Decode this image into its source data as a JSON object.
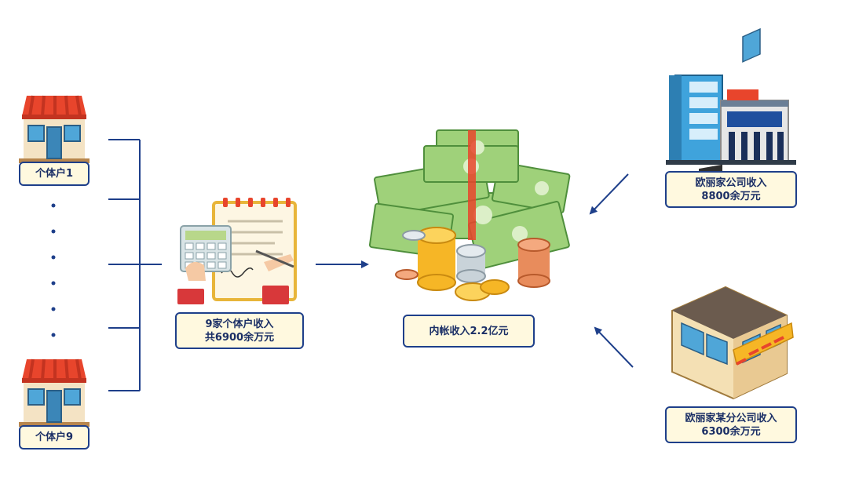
{
  "shop_first": {
    "label": "个体户1"
  },
  "shop_last": {
    "label": "个体户9"
  },
  "group_income": {
    "line1": "9家个体户收入",
    "line2": "共6900余万元"
  },
  "inner_account": {
    "label": "内帐收入2.2亿元"
  },
  "company": {
    "line1": "欧丽家公司收入",
    "line2": "8800余万元"
  },
  "branch_company": {
    "line1": "欧丽家某分公司收入",
    "line2": "6300余万元"
  },
  "colors": {
    "line_blue": "#1e3f8a",
    "label_fill": "#fff9df",
    "awning_red": "#e8452c",
    "money_green": "#9fd17a",
    "coin_gold": "#f6b626",
    "building_blue": "#3fa3dc"
  },
  "icons": {
    "shop": "storefront-icon",
    "document": "document-calculator-icon",
    "money": "money-stack-coins-icon",
    "office": "office-building-icon",
    "branch": "shop-building-icon"
  }
}
